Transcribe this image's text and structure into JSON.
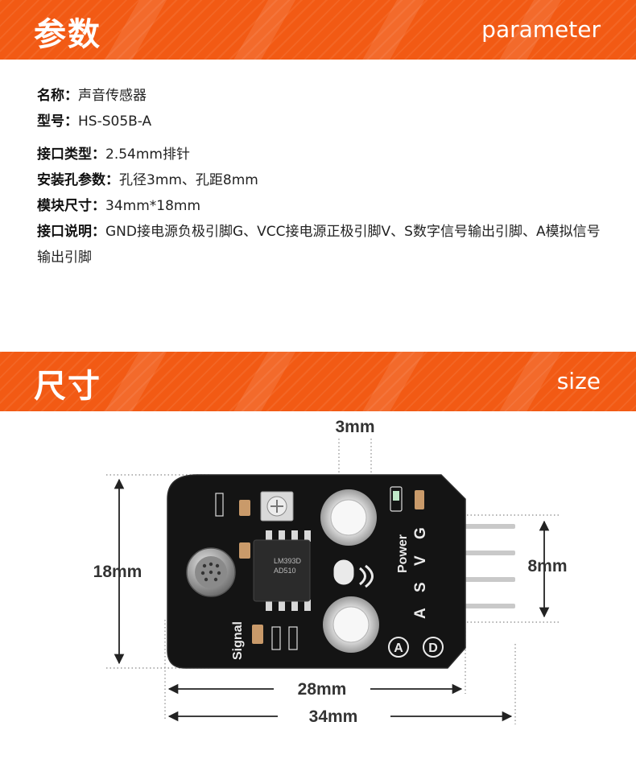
{
  "sections": {
    "params": {
      "title": "参数",
      "subtitle": "parameter"
    },
    "size": {
      "title": "尺寸",
      "subtitle": "size"
    }
  },
  "params": [
    {
      "label": "名称：",
      "value": "声音传感器"
    },
    {
      "label": "型号：",
      "value": "HS-S05B-A"
    },
    {
      "label": "接口类型：",
      "value": "2.54mm排针"
    },
    {
      "label": "安装孔参数：",
      "value": "孔径3mm、孔距8mm"
    },
    {
      "label": "模块尺寸：",
      "value": "34mm*18mm"
    },
    {
      "label": "接口说明：",
      "value": "GND接电源负极引脚G、VCC接电源正极引脚V、S数字信号输出引脚、A模拟信号输出引脚"
    }
  ],
  "dimensions": {
    "hole": "3mm",
    "height": "18mm",
    "pitch": "8mm",
    "hole_span": "28mm",
    "width": "34mm"
  },
  "board": {
    "pins": [
      "G",
      "V",
      "S",
      "A"
    ],
    "power_label": "Power",
    "signal_label": "Signal",
    "chip_label": "LM393D",
    "chip_sub": "AD510",
    "badge_a": "A",
    "badge_d": "D",
    "colors": {
      "pcb": "#141414",
      "pin": "#c9c9c9",
      "banner": "#f25a14"
    }
  }
}
